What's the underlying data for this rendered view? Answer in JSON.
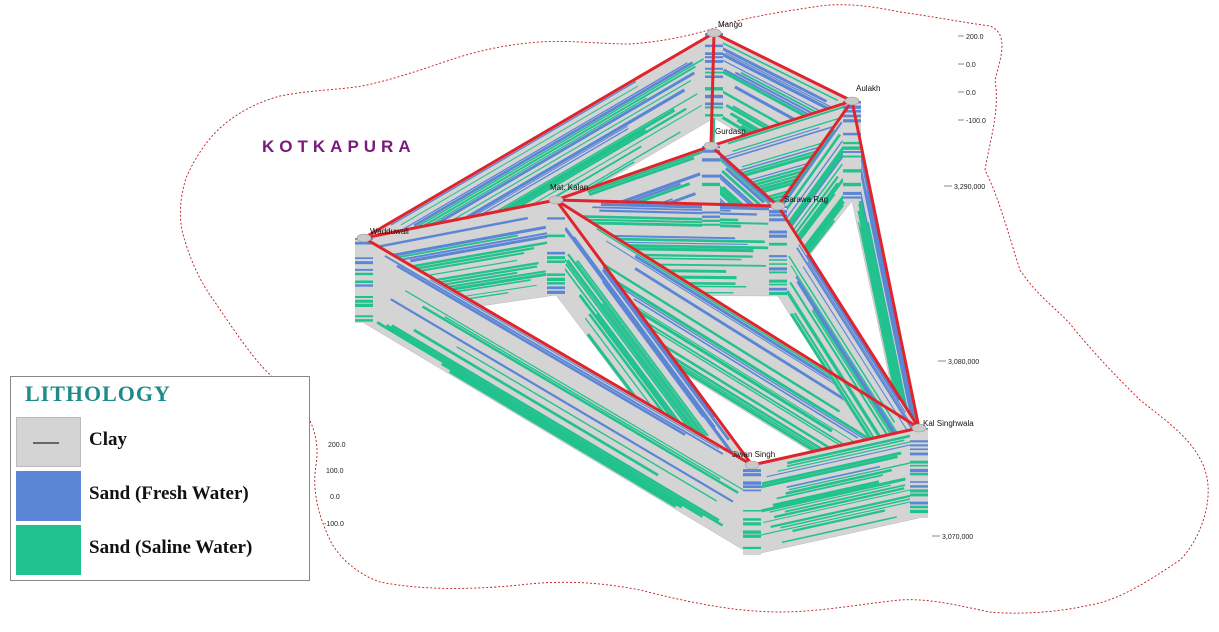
{
  "region_name": "KOTKAPURA",
  "wells": [
    {
      "id": "n1",
      "name": "Mango"
    },
    {
      "id": "n2",
      "name": "Aulakh"
    },
    {
      "id": "n3",
      "name": "Gurdasp"
    },
    {
      "id": "n4",
      "name": "Mat. Kalan"
    },
    {
      "id": "n5",
      "name": "Sarawa Rag"
    },
    {
      "id": "n6",
      "name": "Wadduwali"
    },
    {
      "id": "n7",
      "name": "Kal Singhwala"
    },
    {
      "id": "n8",
      "name": "Jiwan Singh"
    }
  ],
  "axis_ticks_right": [
    "200.0",
    "0.0",
    "0.0",
    "-100.0",
    "3,290,000",
    "3,080,000",
    "3,070,000"
  ],
  "axis_ticks_left": [
    "200.0",
    "100.0",
    "0.0",
    "-100.0"
  ],
  "legend": {
    "title": "LITHOLOGY",
    "items": [
      {
        "label": "Clay",
        "color": "#d4d4d4"
      },
      {
        "label": "Sand (Fresh Water)",
        "color": "#5b86d6"
      },
      {
        "label": "Sand (Saline Water)",
        "color": "#22c28e"
      }
    ]
  },
  "colors": {
    "clay": "#d4d4d4",
    "fresh": "#5b86d6",
    "saline": "#22c28e",
    "line": "#e0242b",
    "boundary": "#c01818"
  }
}
